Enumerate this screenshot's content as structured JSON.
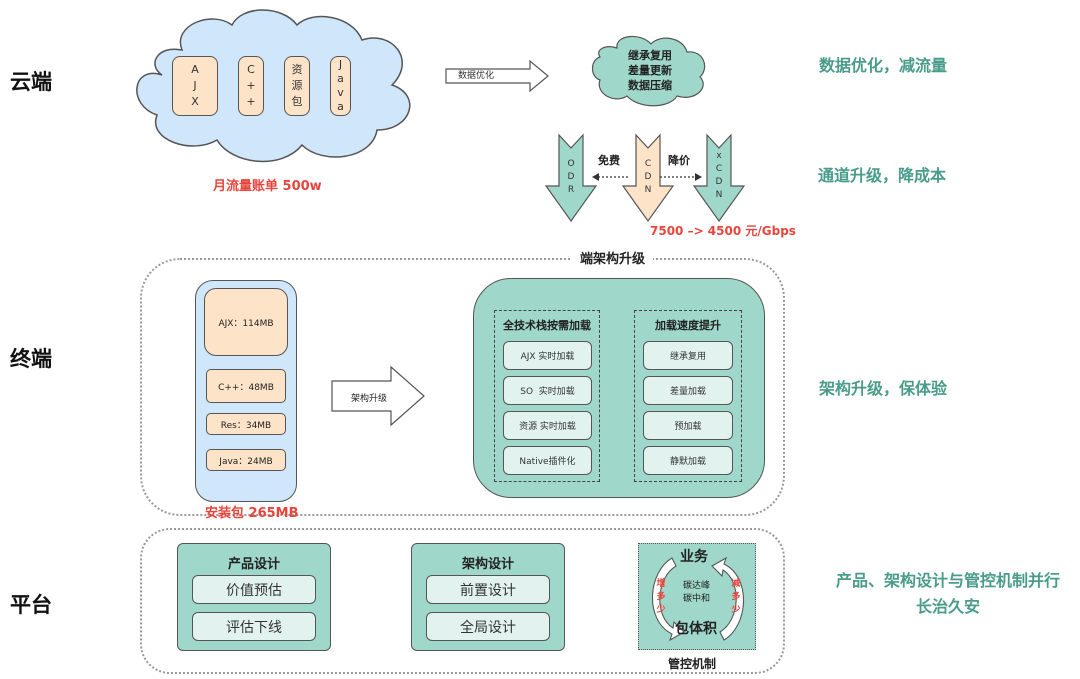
{
  "rows": {
    "cloud": "云端",
    "terminal": "终端",
    "platform": "平台"
  },
  "cloud": {
    "packages": [
      {
        "id": "ajx",
        "chars": [
          "A",
          "J",
          "X"
        ]
      },
      {
        "id": "cpp",
        "chars": [
          "C",
          "+",
          "+"
        ]
      },
      {
        "id": "res",
        "chars": [
          "资",
          "源",
          "包"
        ]
      },
      {
        "id": "java",
        "chars": [
          "J",
          "a",
          "v",
          "a"
        ]
      }
    ],
    "bill": "月流量账单 500w",
    "arrow_label": "数据优化",
    "optimized_cloud": [
      "继承复用",
      "差量更新",
      "数据压缩"
    ]
  },
  "channels": {
    "odr": [
      "O",
      "D",
      "R"
    ],
    "cdn": [
      "C",
      "D",
      "N"
    ],
    "xcdn": [
      "x",
      "C",
      "D",
      "N"
    ],
    "left_label": "免费",
    "right_label": "降价",
    "price": "7500 –> 4500 元/Gbps"
  },
  "terminal": {
    "section_title": "端架构升级",
    "install_items": [
      {
        "label": "AJX：114MB"
      },
      {
        "label": "C++：48MB"
      },
      {
        "label": "Res：34MB"
      },
      {
        "label": "Java：24MB"
      }
    ],
    "install_total": "安装包 265MB",
    "arrow_label": "架构升级",
    "groups": [
      {
        "title": "全技术栈按需加载",
        "items": [
          "AJX 实时加载",
          "SO  实时加载",
          "资源 实时加载",
          "Native插件化"
        ]
      },
      {
        "title": "加载速度提升",
        "items": [
          "继承复用",
          "差量加载",
          "预加载",
          "静默加载"
        ]
      }
    ]
  },
  "platform": {
    "product": {
      "title": "产品设计",
      "items": [
        "价值预估",
        "评估下线"
      ]
    },
    "arch": {
      "title": "架构设计",
      "items": [
        "前置设计",
        "全局设计"
      ]
    },
    "control": {
      "top": "业务",
      "bottom": "包体积",
      "center": [
        "碳达峰",
        "碳中和"
      ],
      "left": [
        "增",
        "多",
        "少"
      ],
      "right": [
        "减",
        "多",
        "少"
      ],
      "caption": "管控机制"
    }
  },
  "notes": {
    "n1": "数据优化，减流量",
    "n2": "通道升级，降成本",
    "n3": "架构升级，保体验",
    "n4_line1": "产品、架构设计与管控机制并行",
    "n4_line2": "长治久安"
  },
  "colors": {
    "teal": "#9fd8cb",
    "peach": "#fde4c8",
    "sky": "#cfe6fb",
    "red": "#e8453c",
    "note_green": "#4a9c8a"
  }
}
